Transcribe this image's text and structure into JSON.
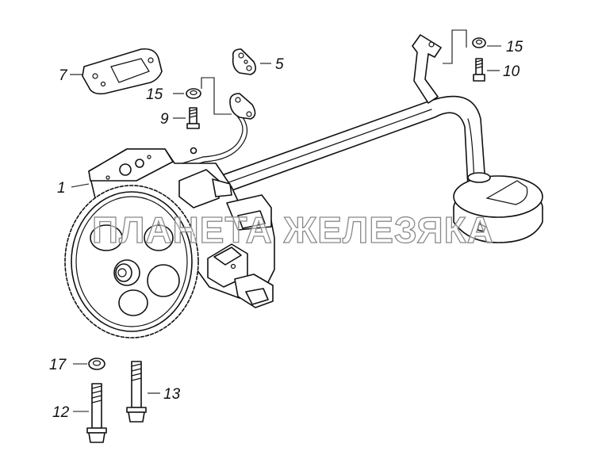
{
  "callouts": {
    "c1": "1",
    "c5": "5",
    "c7": "7",
    "c9": "9",
    "c10": "10",
    "c12": "12",
    "c13": "13",
    "c15a": "15",
    "c15b": "15",
    "c17": "17"
  },
  "watermark": "ПЛАНЕТА ЖЕЛЕЗЯКА",
  "colors": {
    "line": "#111111",
    "watermark_stroke": "#8a8a8a"
  }
}
